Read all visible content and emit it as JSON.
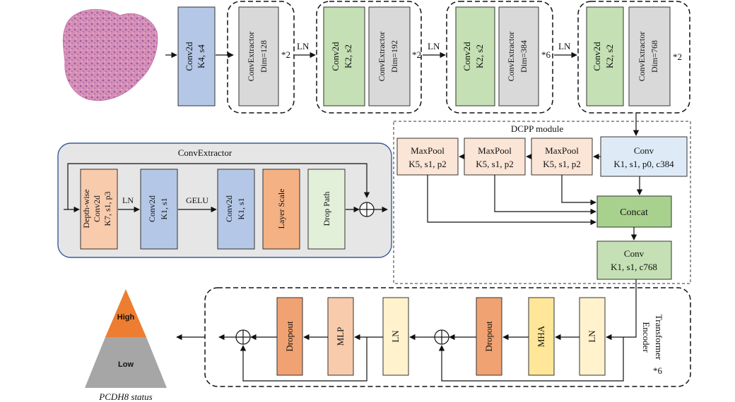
{
  "top_row": {
    "stem_conv": [
      "Conv2d",
      "K4, s4"
    ],
    "stage1_extractor": [
      "ConvExtractor",
      "Dim=128"
    ],
    "stage1_repeat": "*2",
    "stage2_downsample": [
      "Conv2d",
      "K2, s2"
    ],
    "stage2_extractor": [
      "ConvExtractor",
      "Dim=192"
    ],
    "stage2_repeat": "*2",
    "stage3_downsample": [
      "Conv2d",
      "K2, s2"
    ],
    "stage3_extractor": [
      "ConvExtractor",
      "Dim=384"
    ],
    "stage3_repeat": "*6",
    "stage4_downsample": [
      "Conv2d",
      "K2, s2"
    ],
    "stage4_extractor": [
      "ConvExtractor",
      "Dim=768"
    ],
    "stage4_repeat": "*2",
    "ln_label": "LN"
  },
  "convextractor_panel": {
    "title": "ConvExtractor",
    "depthwise": [
      "Depth-wise",
      "Conv2d",
      "K7, s1, p3"
    ],
    "ln": "LN",
    "conv_a": [
      "Conv2d",
      "K1, s1"
    ],
    "gelu": "GELU",
    "conv_b": [
      "Conv2d",
      "K1, s1"
    ],
    "layer_scale": "Layer Scale",
    "drop_path": "Drop Path"
  },
  "dcpp": {
    "title": "DCPP module",
    "conv_in": [
      "Conv",
      "K1, s1, p0, c384"
    ],
    "maxpool1": [
      "MaxPool",
      "K5, s1, p2"
    ],
    "maxpool2": [
      "MaxPool",
      "K5, s1, p2"
    ],
    "maxpool3": [
      "MaxPool",
      "K5, s1, p2"
    ],
    "concat": "Concat",
    "conv_out": [
      "Conv",
      "K1, s1, c768"
    ]
  },
  "transformer": {
    "title": [
      "Transformer",
      "Encoder"
    ],
    "repeat": "*6",
    "ln1": "LN",
    "mha": "MHA",
    "dropout1": "Dropout",
    "ln2": "LN",
    "mlp": "MLP",
    "dropout2": "Dropout"
  },
  "output": {
    "high": "High",
    "low": "Low",
    "status_label": "PCDH8 status"
  },
  "colors": {
    "blue": "#b4c7e7",
    "gray": "#d9d9d9",
    "green": "#c5e0b4",
    "green_dark": "#a9d18e",
    "peach": "#fbe5d6",
    "orange": "#f4b183",
    "dropout": "#f0a273",
    "mlp": "#f8cbad",
    "yellow": "#ffe699",
    "cream": "#fff2cc",
    "light_blue": "#deebf7",
    "panel": "#e7e6e6",
    "pyr_high": "#ed7d31",
    "pyr_low": "#a6a6a6"
  }
}
